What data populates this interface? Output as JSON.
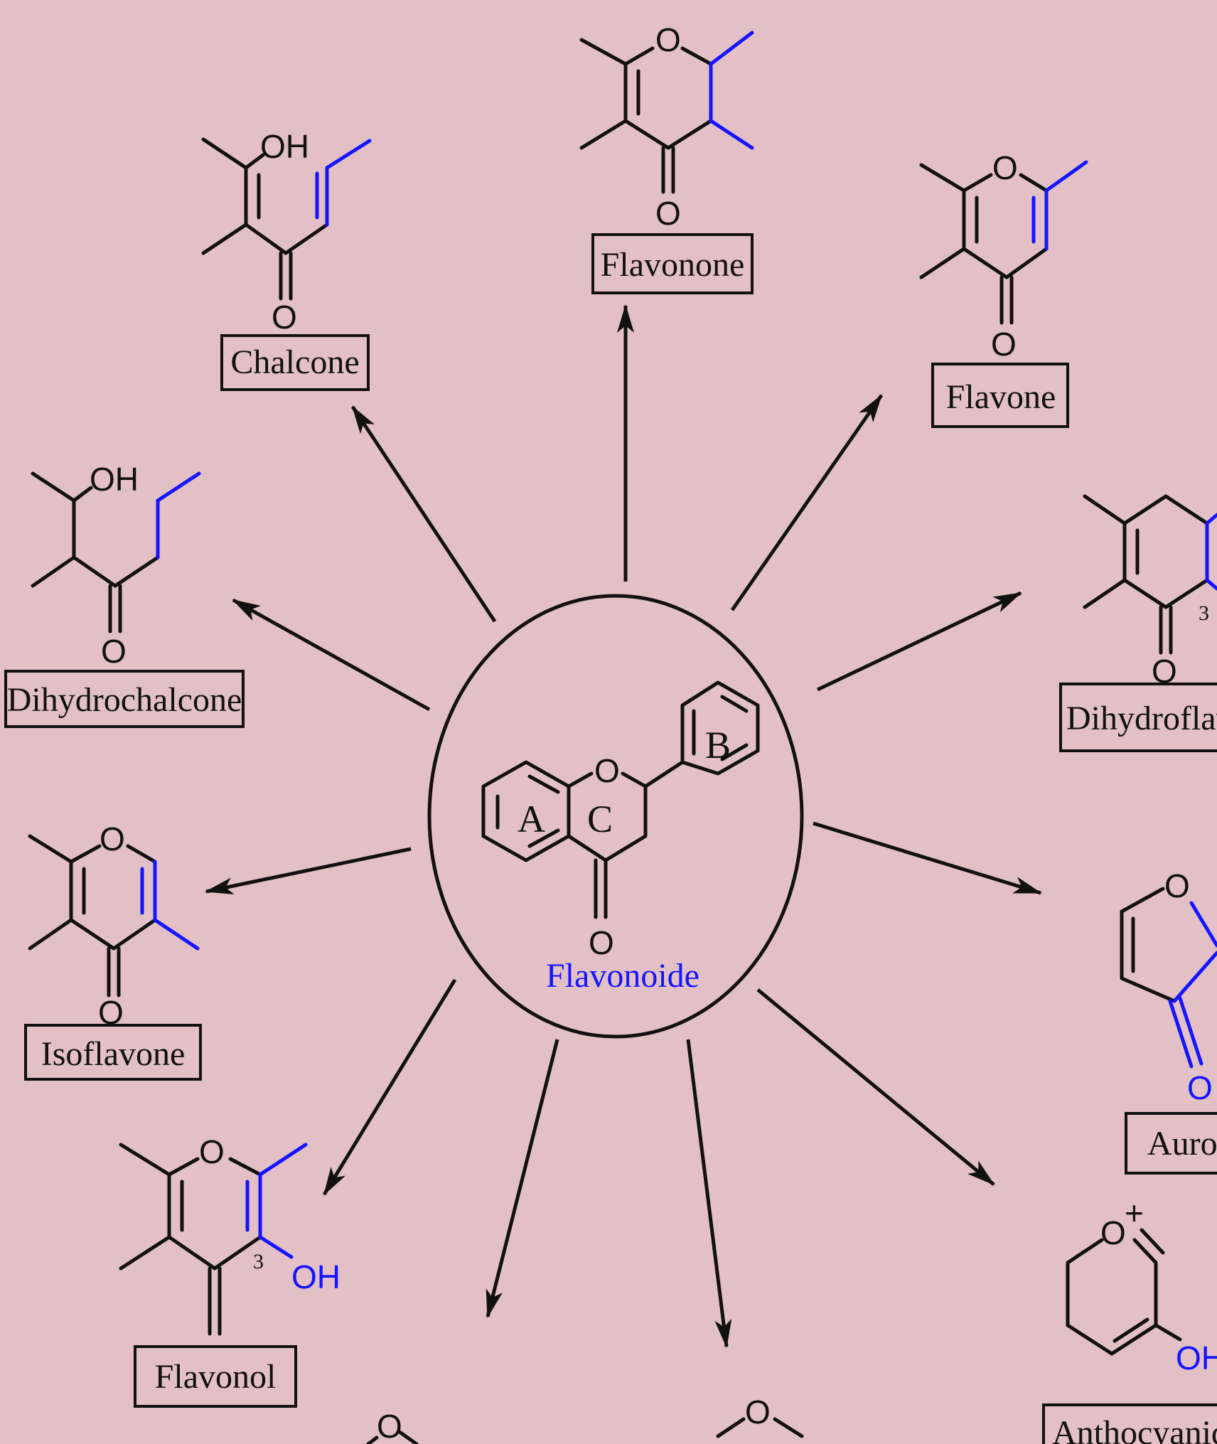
{
  "center": {
    "caption": "Flavonoide",
    "ring_a": "A",
    "ring_b": "B",
    "ring_c": "C",
    "oxygen": "O",
    "carbonyl_oxygen": "O"
  },
  "classes": {
    "chalcone": {
      "label": "Chalcone",
      "atom_oh": "OH",
      "atom_o": "O"
    },
    "flavonone": {
      "label": "Flavonone",
      "atom_ring_o": "O",
      "atom_o": "O"
    },
    "flavone": {
      "label": "Flavone",
      "atom_ring_o": "O",
      "atom_o": "O"
    },
    "dihydrochalcone": {
      "label": "Dihydrochalcone",
      "atom_oh": "OH",
      "atom_o": "O"
    },
    "dihydroflavonol": {
      "label": "Dihydroflav",
      "atom_o": "O",
      "position": "3"
    },
    "isoflavone": {
      "label": "Isoflavone",
      "atom_ring_o": "O",
      "atom_o": "O"
    },
    "aurone": {
      "label": "Auror",
      "atom_ring_o": "O",
      "atom_o": "O"
    },
    "flavonol": {
      "label": "Flavonol",
      "atom_ring_o": "O",
      "atom_oh": "OH",
      "position": "3"
    },
    "anthocyanidin": {
      "label": "Anthocyanid",
      "atom_o_plus": "O",
      "charge": "+",
      "atom_oh": "OH"
    },
    "bottom_left": {
      "atom_o": "O"
    },
    "bottom_middle": {
      "atom_o": "O"
    }
  },
  "colors": {
    "background": "#e2c0c5",
    "ink": "#111111",
    "highlight": "#1414ff"
  }
}
